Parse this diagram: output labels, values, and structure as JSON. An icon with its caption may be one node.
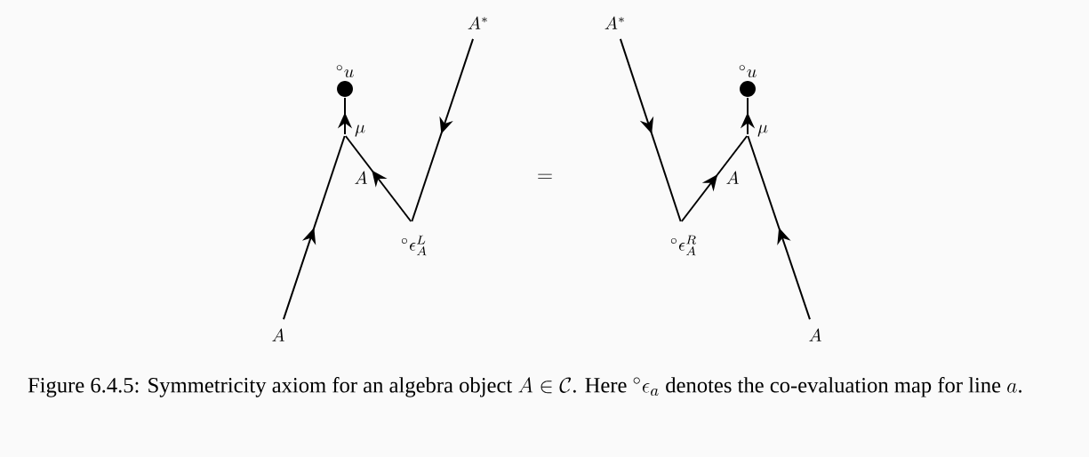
{
  "diagram": {
    "caption": "\\text{Figure 6.4.5: Symmetricity axiom for an algebra object } A \\in \\mathcal{C}\\text{. Here } {}^\\circ\\epsilon_a \\text{ denotes the co-evaluation map for line } a\\text{.}",
    "nodes": [
      {
        "text": [
          "A"
        ]
      },
      {
        "text": [],
        "shape": "point",
        "beside": [
          "\\mu"
        ]
      },
      {
        "text": [],
        "shape": "dot",
        "beside": [
          "{}^\\circ u"
        ]
      },
      {
        "text": [],
        "shape": "point",
        "beside": [
          "{}^\\circ\\epsilon_A^L"
        ]
      },
      {
        "text": [
          "A^*"
        ]
      },
      {
        "text": [
          "A^*"
        ]
      },
      {
        "text": [],
        "shape": "point",
        "beside": [
          "{}^\\circ\\epsilon_A^R"
        ]
      },
      {
        "text": [],
        "shape": "point",
        "beside": [
          "\\mu"
        ]
      },
      {
        "text": [],
        "shape": "dot",
        "beside": [
          "{}^\\circ u"
        ]
      },
      {
        "text": [
          "A"
        ]
      }
    ],
    "edges": [
      {
        "from": 0,
        "to": 1,
        "arrow": "to"
      },
      {
        "from": 1,
        "to": 2,
        "arrow": "to"
      },
      {
        "from": 3,
        "to": 1,
        "arrow": "to",
        "label": "A"
      },
      {
        "from": 4,
        "to": 3,
        "arrow": "to"
      },
      {
        "from": 5,
        "to": 6,
        "arrow": "to"
      },
      {
        "from": 6,
        "to": 7,
        "arrow": "to",
        "label": "A"
      },
      {
        "from": 9,
        "to": 7,
        "arrow": "to"
      },
      {
        "from": 7,
        "to": 8,
        "arrow": "to"
      }
    ],
    "labels": [
      "="
    ]
  }
}
